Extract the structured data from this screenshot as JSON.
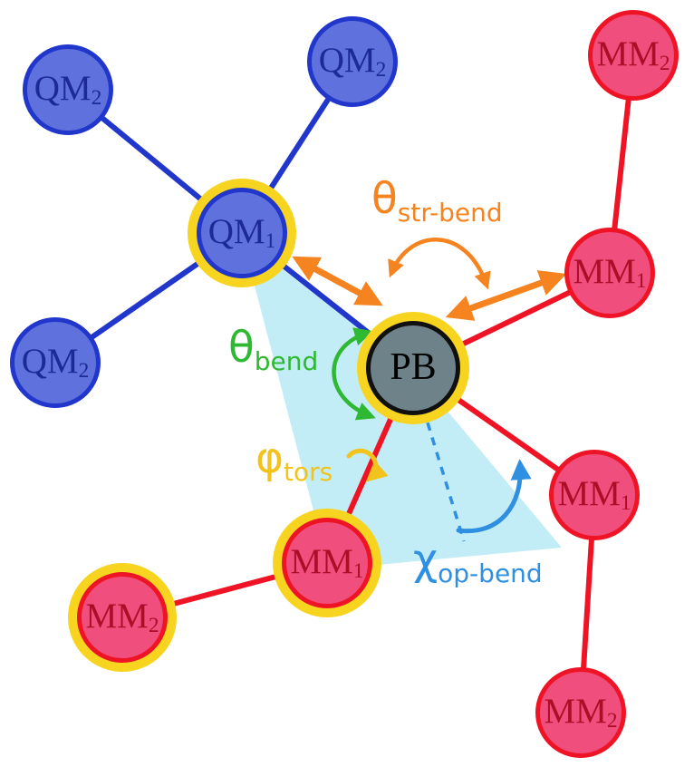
{
  "figure": {
    "node_labels": {
      "qm1": {
        "base": "QM",
        "sub": "1"
      },
      "qm2": {
        "base": "QM",
        "sub": "2"
      },
      "mm1": {
        "base": "MM",
        "sub": "1"
      },
      "mm2": {
        "base": "MM",
        "sub": "2"
      },
      "pb": {
        "base": "PB",
        "sub": ""
      }
    },
    "angle_labels": {
      "str_bend": {
        "symbol": "θ",
        "sub": "str-bend"
      },
      "bend": {
        "symbol": "θ",
        "sub": "bend"
      },
      "tors": {
        "symbol": "φ",
        "sub": "tors"
      },
      "op_bend": {
        "symbol": "χ",
        "sub": "op-bend"
      }
    }
  },
  "colors": {
    "qm_fill": "#5f71dc",
    "qm_border": "#2136cb",
    "qm_text": "#1b2a96",
    "qm_edge": "#2136cb",
    "mm_fill": "#f04e7c",
    "mm_border": "#ee1425",
    "mm_text": "#ae0d28",
    "mm_edge": "#ee1425",
    "pb_fill": "#6e8389",
    "pb_border": "#101010",
    "pb_text": "#000000",
    "highlight": "#f6d41f",
    "region": "#c3edf6",
    "orange": "#f5831f",
    "green": "#2fb832",
    "yellow": "#f2c31c",
    "blue": "#2f8fe0"
  }
}
